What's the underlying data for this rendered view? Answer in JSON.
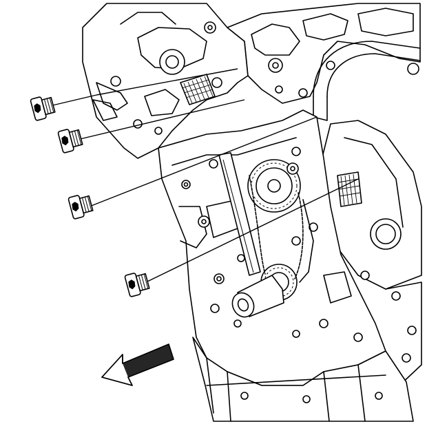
{
  "figure": {
    "kind": "line-art",
    "subject": "engine-front-oil-gallery-plugs",
    "plug_count": 4,
    "direction_arrow": "front"
  },
  "colors": {
    "ink": "#000000",
    "paper": "#ffffff"
  },
  "icons": [
    "plug-icon",
    "arrow-icon",
    "camshaft-sprocket-icon",
    "crankshaft-sprocket-icon"
  ]
}
